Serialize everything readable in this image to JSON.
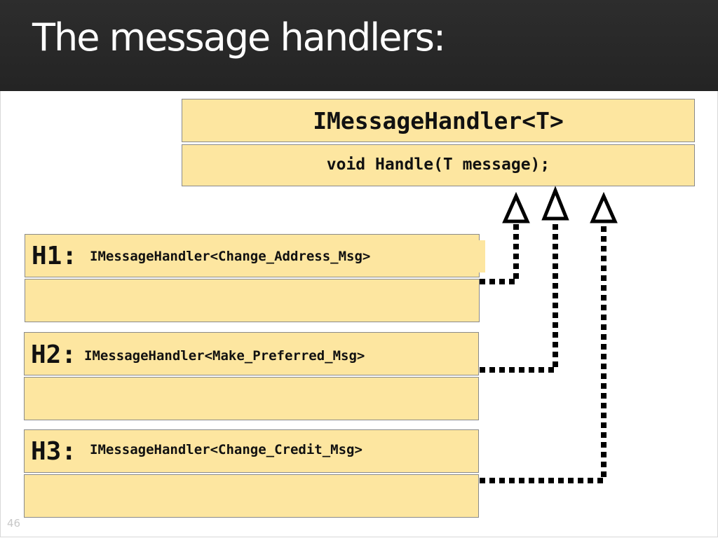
{
  "slide": {
    "title": "The message handlers:",
    "page_number": "46"
  },
  "interface": {
    "name": "IMessageHandler<T>",
    "method": "void Handle(T message);"
  },
  "handlers": [
    {
      "id": "H1:",
      "implements": "IMessageHandler<Change_Address_Msg>"
    },
    {
      "id": "H2:",
      "implements": "IMessageHandler<Make_Preferred_Msg>"
    },
    {
      "id": "H3:",
      "implements": "IMessageHandler<Change_Credit_Msg>"
    }
  ],
  "colors": {
    "box_fill": "#fde6a0",
    "box_border": "#8a8a8a",
    "title_bar": "#2a2a2a",
    "connector": "#000000"
  },
  "connector_style": "dotted line with hollow triangle arrowhead (implements)"
}
